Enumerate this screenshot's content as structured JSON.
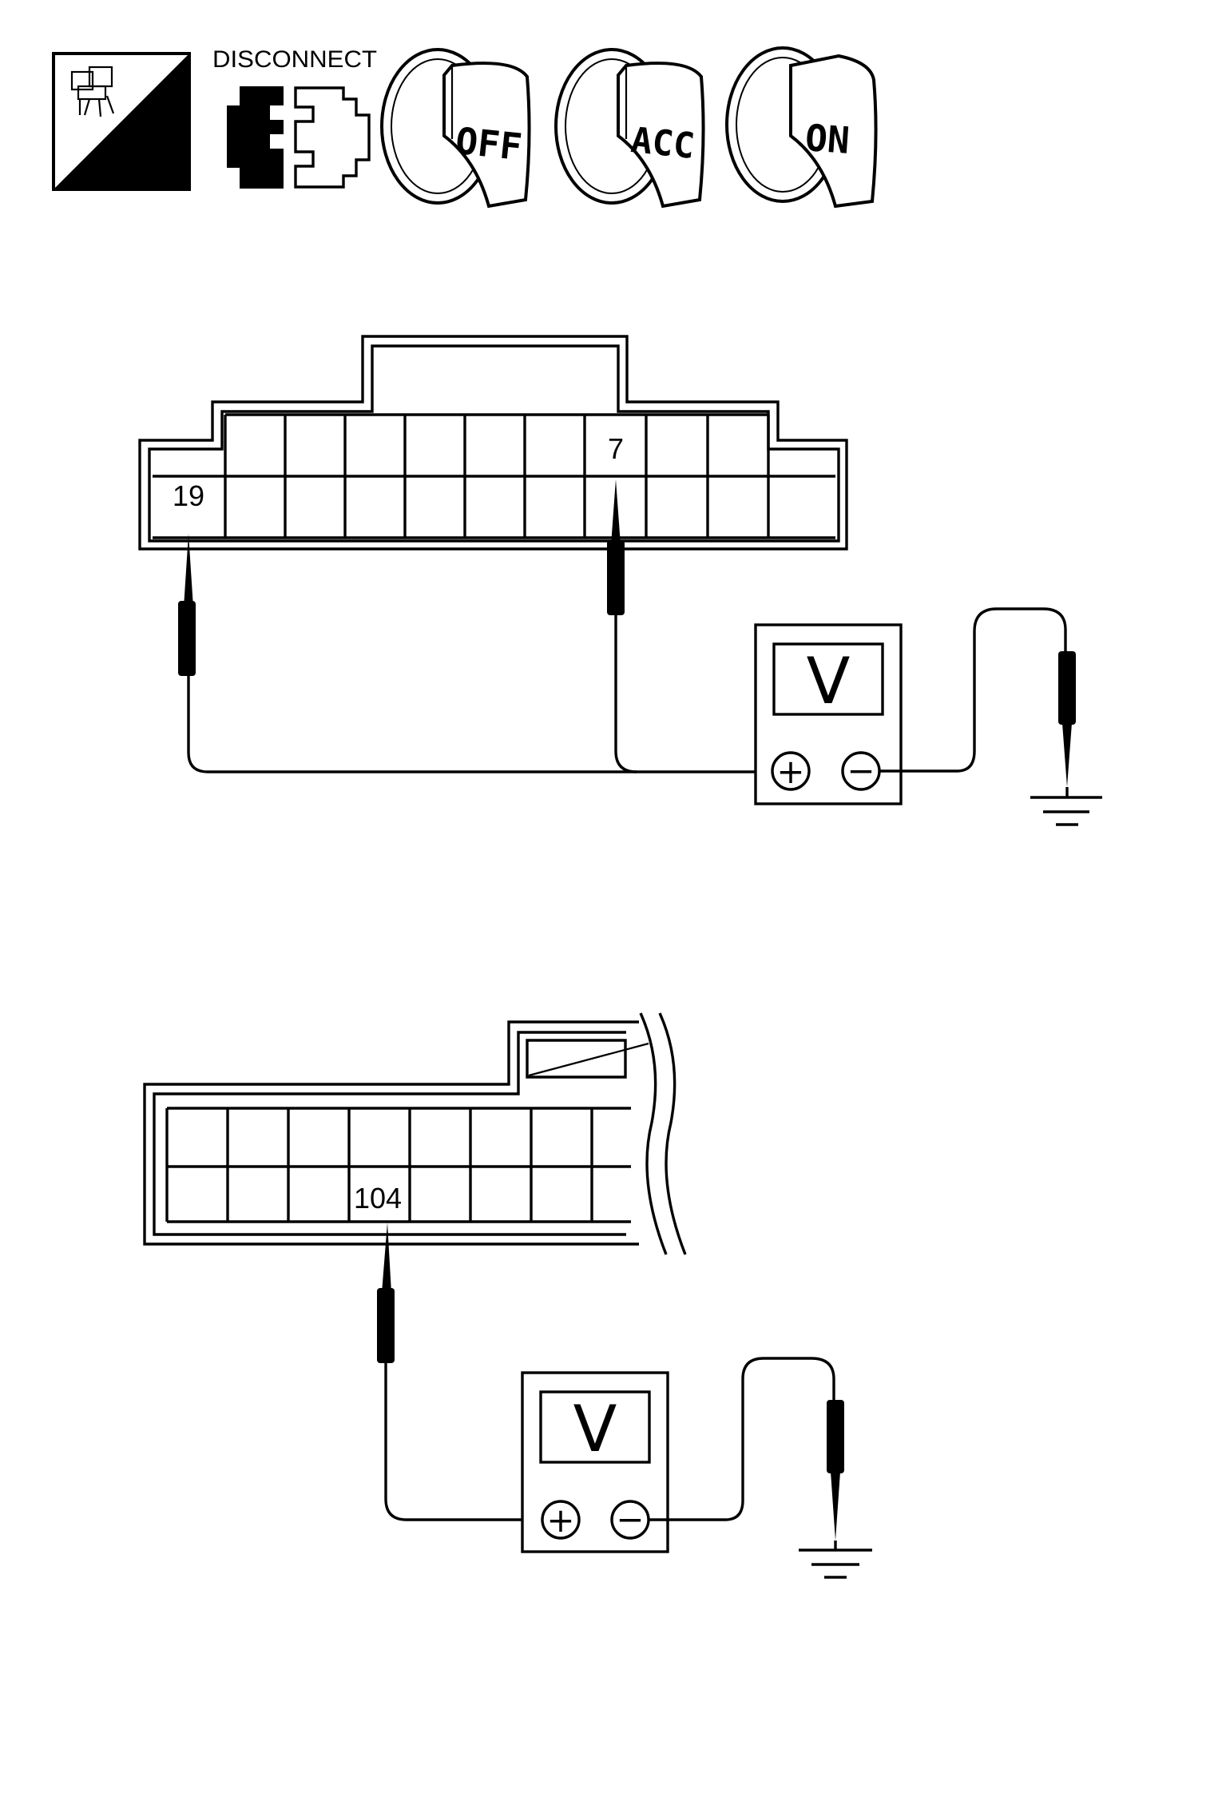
{
  "icons": {
    "harness_side_label": "H.S.",
    "disconnect_label": "DISCONNECT",
    "key_positions": [
      "OFF",
      "ACC",
      "ON"
    ]
  },
  "connector_top": {
    "terminal_a": "19",
    "terminal_b": "7"
  },
  "connector_bottom": {
    "terminal": "104"
  },
  "meter_top": {
    "label": "V",
    "plus": "+",
    "minus": "−"
  },
  "meter_bottom": {
    "label": "V",
    "plus": "+",
    "minus": "−"
  },
  "colors": {
    "ink": "#000000",
    "paper": "#ffffff"
  }
}
